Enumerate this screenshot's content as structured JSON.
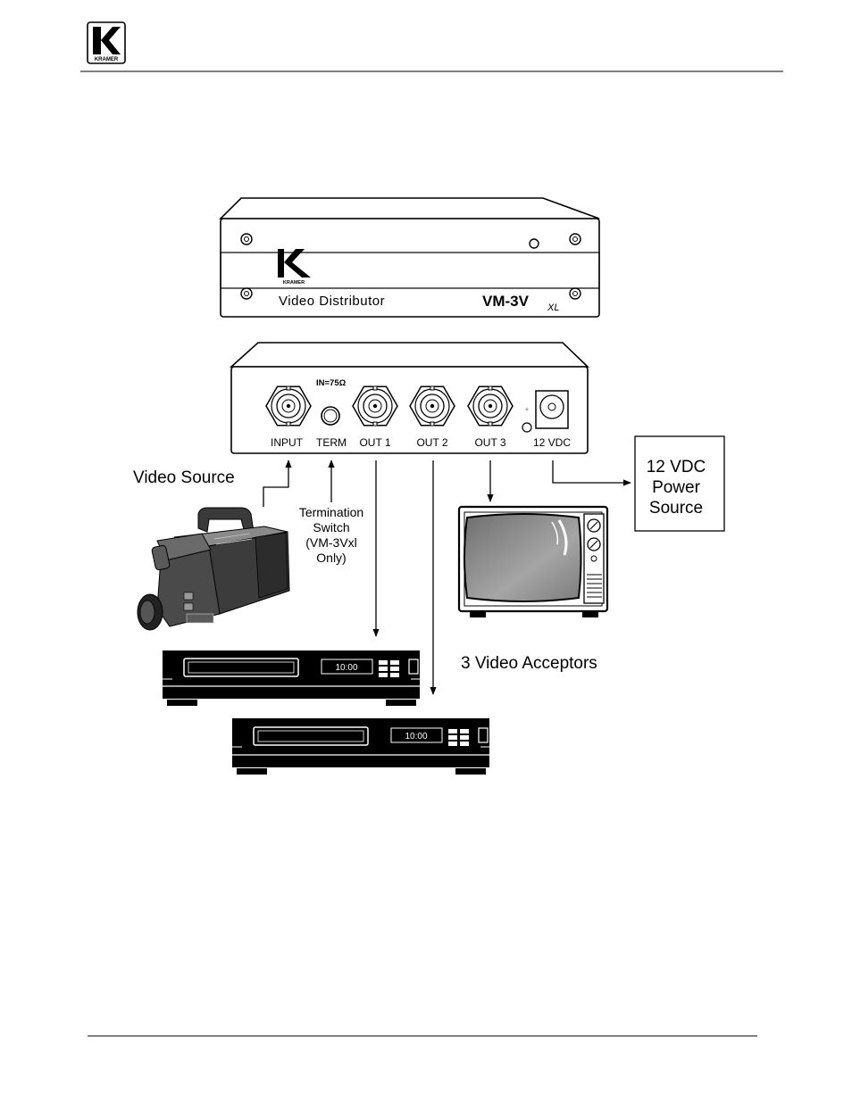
{
  "header": {
    "logo_text": "KRAMER"
  },
  "front_panel": {
    "brand": "KRAMER",
    "description": "Video Distributor",
    "model_main": "VM-3V",
    "model_suffix": "XL"
  },
  "rear_panel": {
    "impedance_label": "IN=75Ω",
    "connectors": {
      "input": "INPUT",
      "term": "TERM",
      "out1": "OUT 1",
      "out2": "OUT 2",
      "out3": "OUT 3",
      "power": "12 VDC"
    },
    "polarity_mark": "+"
  },
  "annotations": {
    "video_source": "Video Source",
    "termination_lines": [
      "Termination",
      "Switch",
      "(VM-3Vxl",
      "Only)"
    ],
    "power_source_lines": [
      "12 VDC",
      "Power",
      "Source"
    ],
    "acceptors": "3 Video Acceptors"
  },
  "vcr": {
    "display": "10:00"
  },
  "colors": {
    "ink": "#000000",
    "paper": "#ffffff",
    "camera_body": "#3a3a3a",
    "camera_light": "#7a7a7a",
    "tv_screen": "#8c8c8c"
  }
}
